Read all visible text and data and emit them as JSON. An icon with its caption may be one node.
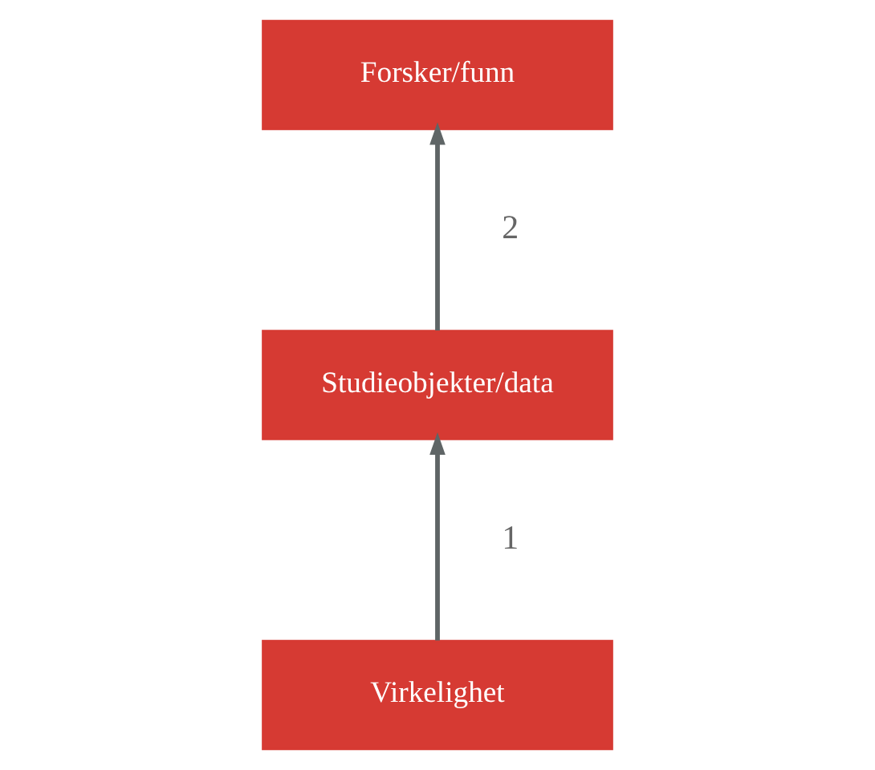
{
  "diagram": {
    "nodes": [
      {
        "text": [
          "Forsker/funn"
        ]
      },
      {
        "text": [
          "Studieobjekter/data"
        ]
      },
      {
        "text": [
          "Virkelighet"
        ]
      }
    ],
    "edges": [
      {
        "from": 2,
        "to": 1,
        "arrow": "to"
      },
      {
        "from": 1,
        "to": 0,
        "arrow": "to"
      }
    ],
    "labels": [
      "2",
      "1"
    ]
  }
}
